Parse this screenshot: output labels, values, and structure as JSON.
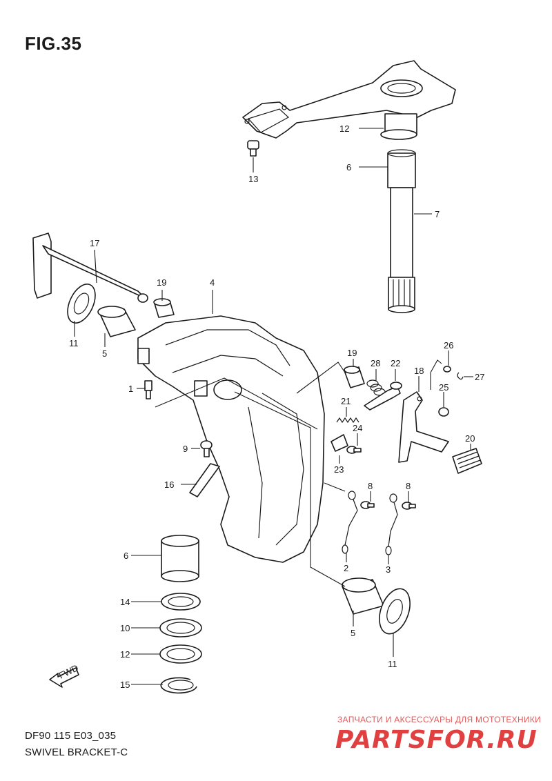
{
  "figure": {
    "title": "FIG.35",
    "code": "DF90 115 E03_035",
    "name": "SWIVEL BRACKET-C",
    "fwd_label": "FWD"
  },
  "callouts": {
    "c12_top": "12",
    "c6_top": "6",
    "c7": "7",
    "c13": "13",
    "c17": "17",
    "c19_left": "19",
    "c4": "4",
    "c11_left": "11",
    "c5_left": "5",
    "c1": "1",
    "c9": "9",
    "c16": "16",
    "c6_bottom": "6",
    "c14": "14",
    "c10": "10",
    "c12_bottom": "12",
    "c15": "15",
    "c19_right": "19",
    "c28": "28",
    "c22": "22",
    "c18": "18",
    "c26": "26",
    "c27": "27",
    "c25": "25",
    "c21": "21",
    "c24": "24",
    "c23": "23",
    "c20": "20",
    "c8_a": "8",
    "c8_b": "8",
    "c2": "2",
    "c3": "3",
    "c5_right": "5",
    "c11_right": "11"
  },
  "watermark": {
    "tagline": "ЗАПЧАСТИ И АКСЕССУАРЫ ДЛЯ МОТОТЕХНИКИ",
    "brand": "PARTSFOR.RU"
  }
}
